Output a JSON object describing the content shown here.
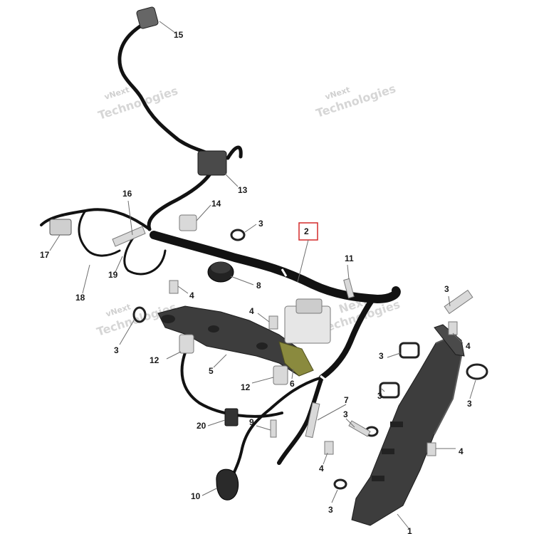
{
  "callouts": {
    "c1": "1",
    "c2": "2",
    "c3": "3",
    "c4": "4",
    "c5": "5",
    "c6": "6",
    "c7": "7",
    "c8": "8",
    "c9": "9",
    "c10": "10",
    "c11": "11",
    "c12": "12",
    "c13": "13",
    "c14": "14",
    "c15": "15",
    "c16": "16",
    "c17": "17",
    "c18": "18",
    "c19": "19",
    "c20": "20"
  },
  "watermark": {
    "line1": "vNext",
    "line2": "Technologies",
    "line3": "Next"
  },
  "colors": {
    "harness": "#121212",
    "bracket": "#3d3d3d",
    "highlight_box": "#d42a2a",
    "olive_part": "#8a8a3e"
  }
}
